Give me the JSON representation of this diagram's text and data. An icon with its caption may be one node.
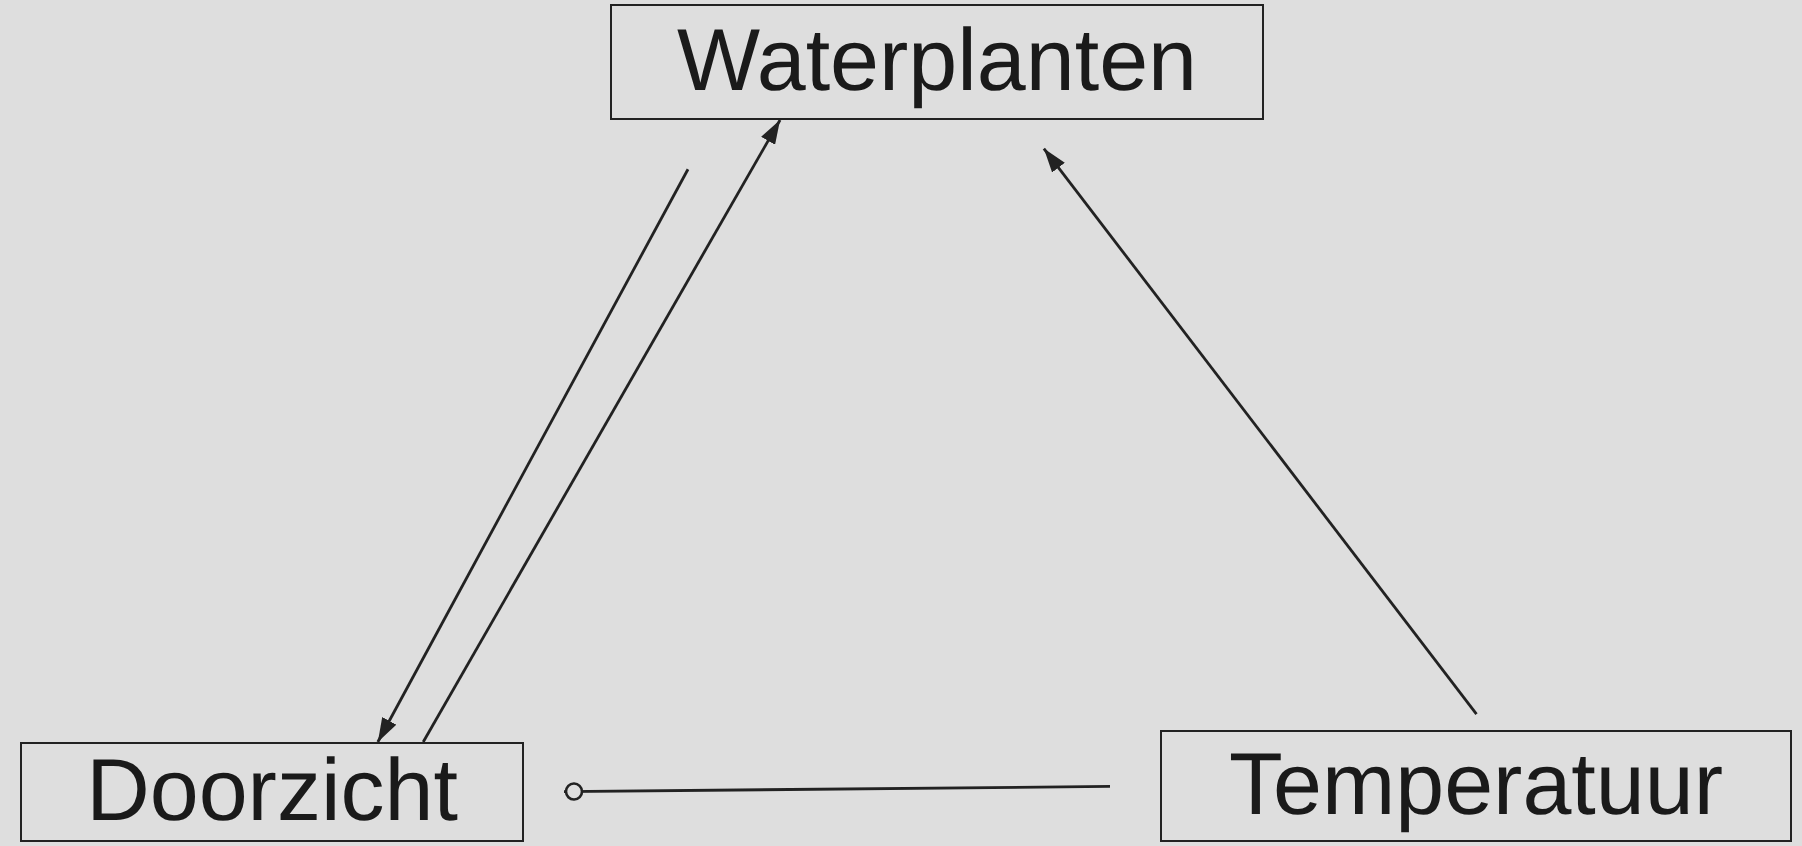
{
  "diagram": {
    "nodes": [
      {
        "text": [
          "Waterplanten"
        ]
      },
      {
        "text": [
          "Doorzicht"
        ]
      },
      {
        "text": [
          "Temperatuur"
        ]
      }
    ],
    "edges": [
      {
        "from": 0,
        "to": 1,
        "arrow": "to"
      },
      {
        "from": 1,
        "to": 0,
        "arrow": "to"
      },
      {
        "from": 2,
        "to": 0,
        "arrow": "to"
      },
      {
        "from": 2,
        "to": 1,
        "arrow": "other"
      }
    ]
  }
}
